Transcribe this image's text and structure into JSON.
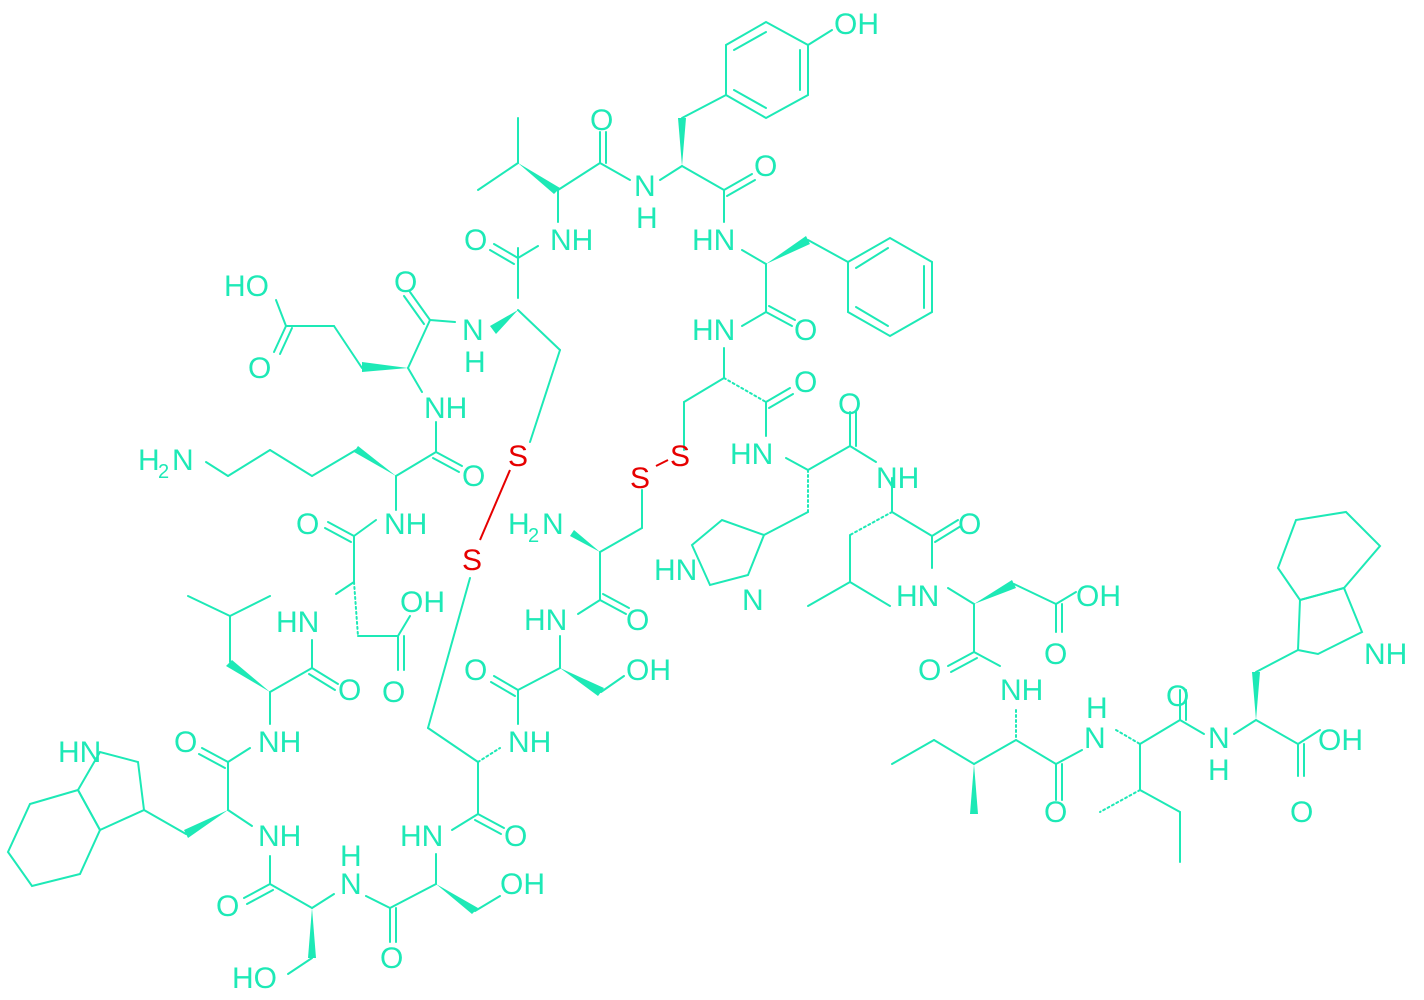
{
  "diagram": {
    "type": "chemical-structure",
    "description": "Bicyclic peptide with two disulfide bridges",
    "colors": {
      "atoms_and_bonds": "#1de9b6",
      "sulfur": "#e60000",
      "background": "#ffffff"
    },
    "labels": {
      "oh_tyr": "OH",
      "o_val": "O",
      "nh_val_tyr_n": "N",
      "nh_val_tyr_h": "H",
      "o_tyr": "O",
      "hn_phe": "HN",
      "nh_val": "NH",
      "o_cys1": "O",
      "ho_glu": "HO",
      "o_glu_amide": "O",
      "n_glu_cys": "N",
      "h_glu_cys": "H",
      "o_glu_acid": "O",
      "hn_cys2": "HN",
      "o_phe": "O",
      "nh_glu": "NH",
      "o_cys2": "O",
      "o_his": "O",
      "h2n_lys": "H",
      "h2n_lys_sub": "2",
      "h2n_lys_n": "N",
      "o_lys": "O",
      "s1": "S",
      "s3": "S",
      "s4": "S",
      "hn_his": "HN",
      "nh_leu2": "NH",
      "o_asp1_amide": "O",
      "nh_lys": "NH",
      "h2n_cys3": "H",
      "h2n_cys3_sub": "2",
      "h2n_cys3_n": "N",
      "o_leu2": "O",
      "s2": "S",
      "hn_imid": "HN",
      "n_imid": "N",
      "oh_asp1": "OH",
      "hn_asp1": "HN",
      "hn_ser1": "HN",
      "o_cys3": "O",
      "hn_asp2": "HN",
      "oh_asp2": "OH",
      "o_asp1_acid": "O",
      "o_leu1": "O",
      "o_ser1": "O",
      "oh_ser1": "OH",
      "o_asp2_amide": "O",
      "nh_ile1": "NH",
      "o_asp2_acid": "O",
      "nh_trp2": "NH",
      "o_trp1": "O",
      "nh_leu1": "NH",
      "nh_ser1": "NH",
      "h_ile2": "H",
      "n_ile2": "N",
      "o_ile2": "O",
      "oh_trp2": "OH",
      "hn_trp1": "HN",
      "nh_trp1": "NH",
      "hn_ser3": "HN",
      "o_cys4": "O",
      "n_ile3": "N",
      "h_ile3": "H",
      "o_ile1": "O",
      "o_trp2": "O",
      "h_ser": "H",
      "n_ser": "N",
      "o_ser2": "O",
      "oh_ser3": "OH",
      "o_ser3": "O",
      "ho_ser2": "HO"
    }
  }
}
